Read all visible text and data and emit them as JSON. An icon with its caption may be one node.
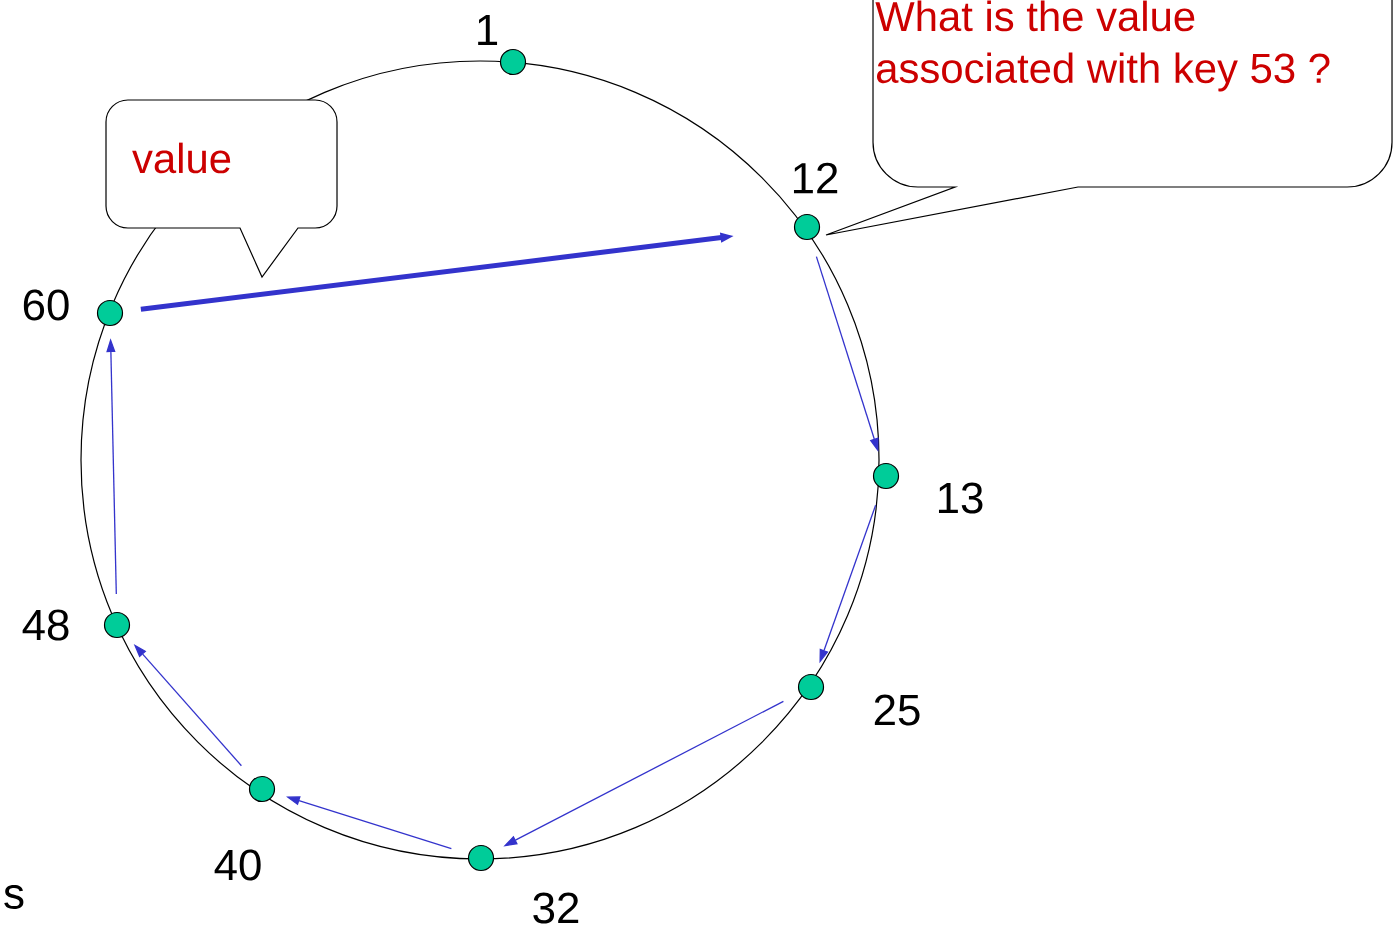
{
  "diagram": {
    "nodes": [
      {
        "text": [],
        "shape": "circle",
        "beside": [
          "1"
        ]
      },
      {
        "text": [],
        "shape": "circle",
        "beside": [
          "12"
        ]
      },
      {
        "text": [],
        "shape": "circle",
        "beside": [
          "13"
        ]
      },
      {
        "text": [],
        "shape": "circle",
        "beside": [
          "25"
        ]
      },
      {
        "text": [],
        "shape": "circle",
        "beside": [
          "32"
        ]
      },
      {
        "text": [],
        "shape": "circle",
        "beside": [
          "40"
        ]
      },
      {
        "text": [],
        "shape": "circle",
        "beside": [
          "48"
        ]
      },
      {
        "text": [],
        "shape": "circle",
        "beside": [
          "60"
        ]
      },
      {
        "text": [
          "What is the value associated with key 53 ?"
        ]
      },
      {
        "text": [
          "value"
        ]
      }
    ],
    "edges": [
      {
        "from": 1,
        "to": 2,
        "arrow": "to"
      },
      {
        "from": 2,
        "to": 3,
        "arrow": "to"
      },
      {
        "from": 3,
        "to": 4,
        "arrow": "to"
      },
      {
        "from": 4,
        "to": 5,
        "arrow": "to"
      },
      {
        "from": 5,
        "to": 6,
        "arrow": "to"
      },
      {
        "from": 6,
        "to": 7,
        "arrow": "to"
      },
      {
        "from": 7,
        "to": 1,
        "arrow": "to",
        "style": "thick"
      }
    ],
    "labels": [
      "s"
    ]
  }
}
